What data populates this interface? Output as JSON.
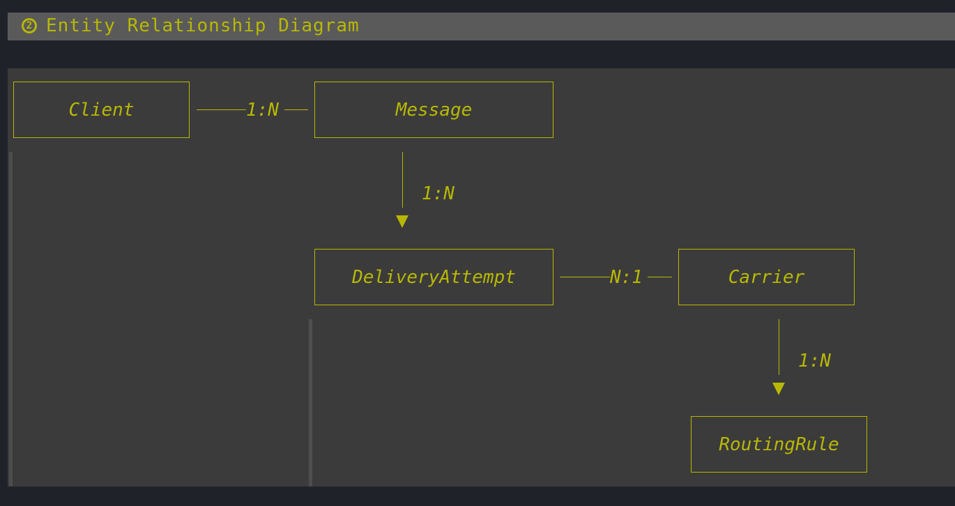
{
  "header": {
    "icon": "circled-two-icon",
    "icon_text": "2",
    "title": "Entity Relationship Diagram"
  },
  "entities": [
    "Client",
    "Message",
    "DeliveryAttempt",
    "Carrier",
    "RoutingRule"
  ],
  "relations": [
    {
      "from": "Client",
      "to": "Message",
      "label": "1:N"
    },
    {
      "from": "Message",
      "to": "DeliveryAttempt",
      "label": "1:N"
    },
    {
      "from": "DeliveryAttempt",
      "to": "Carrier",
      "label": "N:1"
    },
    {
      "from": "Carrier",
      "to": "RoutingRule",
      "label": "1:N"
    }
  ],
  "colors": {
    "accent": "#b8b800",
    "background": "#1f2229",
    "panel": "#3b3b3b",
    "header": "#5a5a5a"
  }
}
